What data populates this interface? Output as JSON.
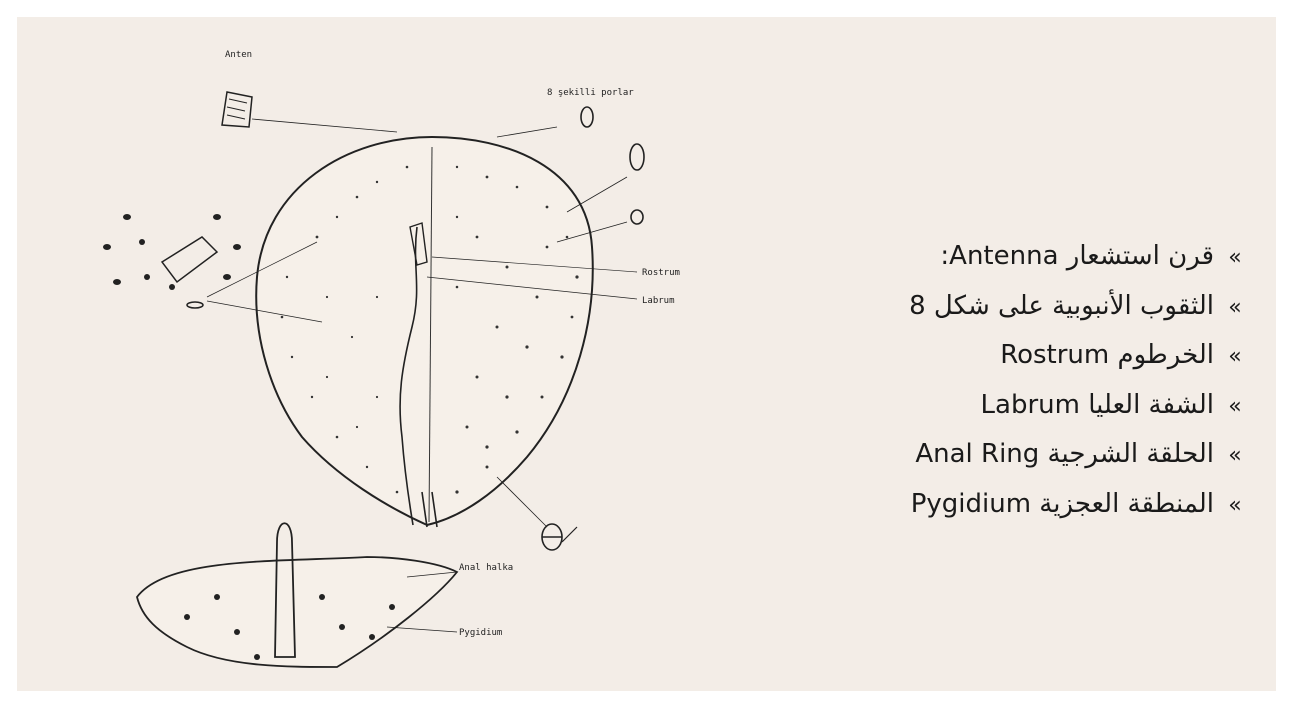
{
  "figure": {
    "labels": {
      "anten": "Anten",
      "pores": "8 şekilli porlar",
      "rostrum": "Rostrum",
      "labrum": "Labrum",
      "anal_halka": "Anal halka",
      "pygidium": "Pygidium"
    }
  },
  "legend": {
    "bullet": "»",
    "items": [
      "قرن استشعار Antenna:",
      "الثقوب الأنبوبية على شكل 8",
      "الخرطوم Rostrum",
      "الشفة العليا Labrum",
      "الحلقة الشرجية  Anal Ring",
      "المنطقة العجزية Pygidium"
    ]
  },
  "colors": {
    "background": "#f3ede7",
    "ink": "#1a1a1a"
  }
}
